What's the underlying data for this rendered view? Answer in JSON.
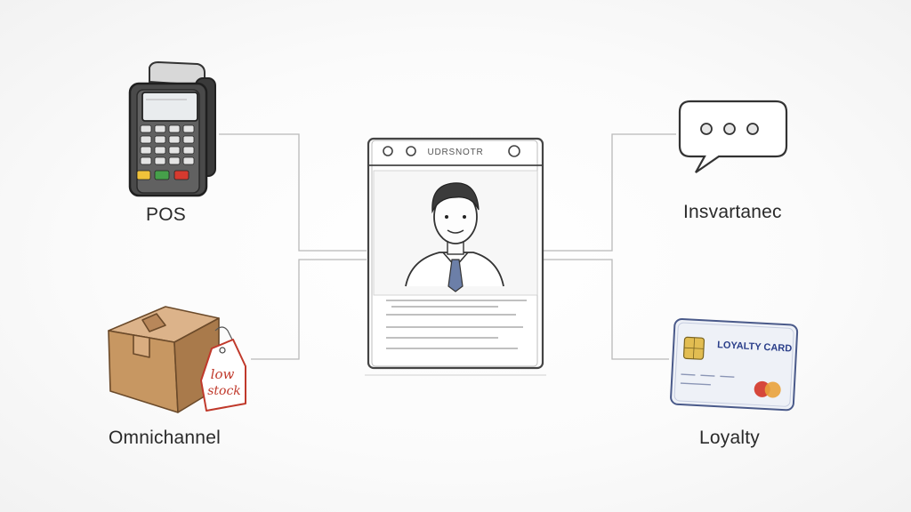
{
  "labels": {
    "pos": "POS",
    "omnichannel": "Omnichannel",
    "insvartanec": "Insvartanec",
    "loyalty": "Loyalty"
  },
  "profile_card": {
    "header_text": "UDRSNOTR"
  },
  "box": {
    "tag_line1": "low",
    "tag_line2": "stock"
  },
  "loyalty_card": {
    "title": "LOYALTY CARD"
  },
  "icons": {
    "pos": "pos-terminal-icon",
    "box": "shipping-box-icon",
    "chat": "chat-bubble-icon",
    "card": "loyalty-card-icon",
    "profile": "profile-badge-icon"
  },
  "colors": {
    "line": "#b9b9b9",
    "sketch": "#3a3a3a",
    "box": "#c99a66",
    "tag_text": "#c0392b",
    "card_blue": "#2b3f8a"
  }
}
